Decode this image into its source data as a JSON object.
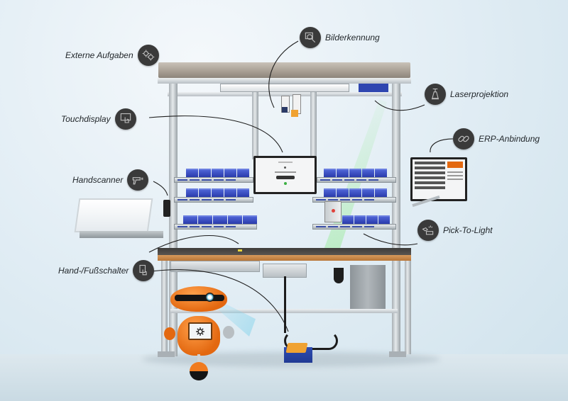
{
  "diagram": {
    "subject": "Montagearbeitsplatz mit Assistenzsystem",
    "accent_colors": {
      "callout_circle": "#3a3a3a",
      "robot_orange": "#e36810",
      "storage_bin_blue": "#2f46b0",
      "laser_green": "#96eb96",
      "worktop_wood": "#c98746"
    },
    "callouts": [
      {
        "id": "externe-aufgaben",
        "label": "Externe Aufgaben",
        "icon": "gears-icon",
        "side": "left"
      },
      {
        "id": "bilderkennung",
        "label": "Bilderkennung",
        "icon": "image-magnifier-icon",
        "side": "right"
      },
      {
        "id": "touchdisplay",
        "label": "Touchdisplay",
        "icon": "touchscreen-hand-icon",
        "side": "left"
      },
      {
        "id": "laserprojektion",
        "label": "Laserprojektion",
        "icon": "laser-projector-icon",
        "side": "right"
      },
      {
        "id": "erp-anbindung",
        "label": "ERP-Anbindung",
        "icon": "chain-link-icon",
        "side": "right"
      },
      {
        "id": "handscanner",
        "label": "Handscanner",
        "icon": "barcode-scanner-icon",
        "side": "left"
      },
      {
        "id": "pick-to-light",
        "label": "Pick-To-Light",
        "icon": "hand-light-bin-icon",
        "side": "right"
      },
      {
        "id": "hand-fussschalter",
        "label": "Hand-/Fußschalter",
        "icon": "hand-press-switch-icon",
        "side": "left"
      }
    ]
  }
}
